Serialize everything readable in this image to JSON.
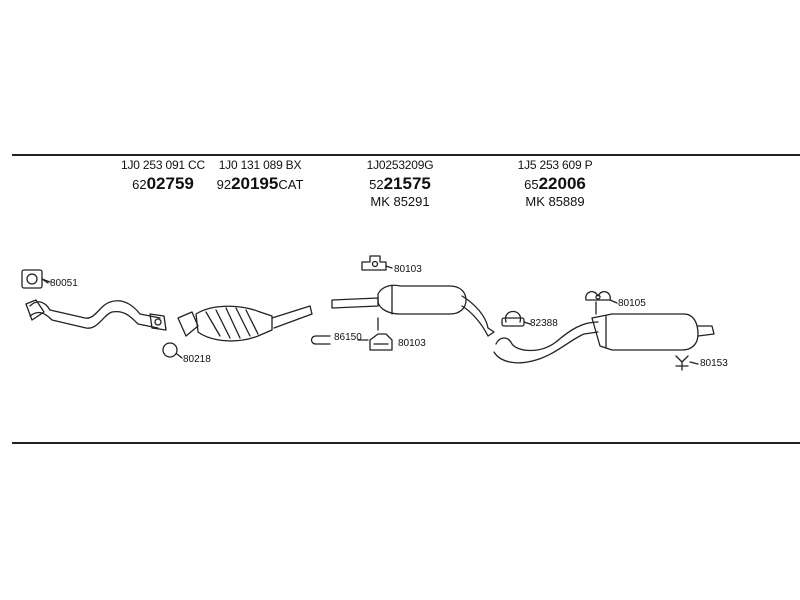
{
  "columns": [
    {
      "oem": "1J0 253 091 CC",
      "prefix": "62",
      "number": "02759",
      "suffix": "",
      "mk": ""
    },
    {
      "oem": "1J0 131 089 BX",
      "prefix": "92",
      "number": "20195",
      "suffix": "CAT",
      "mk": ""
    },
    {
      "oem": "1J0253209G",
      "prefix": "52",
      "number": "21575",
      "suffix": "",
      "mk": "MK  85291"
    },
    {
      "oem": "1J5 253 609 P",
      "prefix": "65",
      "number": "22006",
      "suffix": "",
      "mk": "MK  85889"
    }
  ],
  "callouts": {
    "gasket_front": "80051",
    "ring_front": "80218",
    "hanger_top": "80103",
    "clamp_mid": "86150",
    "hanger_bottom": "80103",
    "clamp_rear": "82388",
    "hanger_rear": "80105",
    "bracket_rear": "80153"
  }
}
